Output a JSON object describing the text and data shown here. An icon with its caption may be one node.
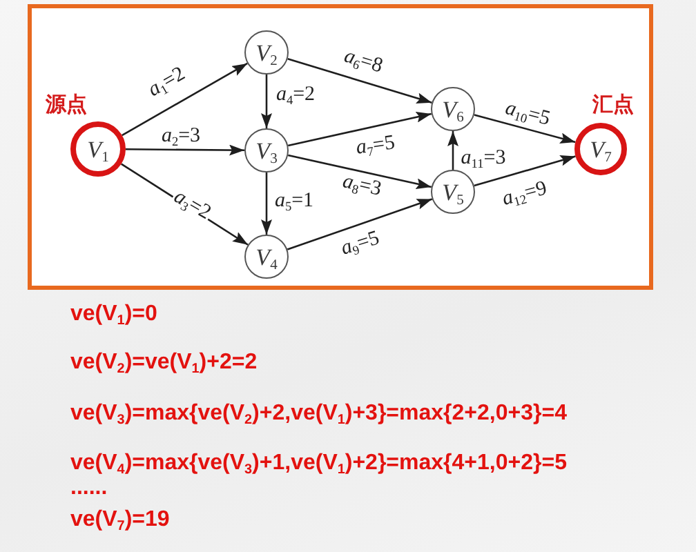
{
  "diagram": {
    "nodes": [
      {
        "text": [],
        "shape": "box"
      },
      {
        "text": [
          "*V*$_{1}$"
        ],
        "in": 0,
        "beside": [
          "源点"
        ]
      },
      {
        "text": [
          "*V*$_{2}$"
        ],
        "in": 0
      },
      {
        "text": [
          "*V*$_{3}$"
        ],
        "in": 0
      },
      {
        "text": [
          "*V*$_{4}$"
        ],
        "in": 0
      },
      {
        "text": [
          "*V*$_{5}$"
        ],
        "in": 0
      },
      {
        "text": [
          "*V*$_{6}$"
        ],
        "in": 0
      },
      {
        "text": [
          "*V*$_{7}$"
        ],
        "in": 0,
        "beside": [
          "汇点"
        ]
      }
    ],
    "edges": [
      {
        "from": 1,
        "to": 2,
        "arrow": "to",
        "label": "*a*$_{1}$=2"
      },
      {
        "from": 1,
        "to": 3,
        "arrow": "to",
        "label": "*a*$_{2}$=3"
      },
      {
        "from": 1,
        "to": 4,
        "arrow": "to",
        "label": "*a*$_{3}$=2"
      },
      {
        "from": 2,
        "to": 3,
        "arrow": "to",
        "label": "*a*$_{4}$=2"
      },
      {
        "from": 3,
        "to": 4,
        "arrow": "to",
        "label": "*a*$_{5}$=1"
      },
      {
        "from": 2,
        "to": 6,
        "arrow": "to",
        "label": "*a*$_{6}$=8"
      },
      {
        "from": 3,
        "to": 6,
        "arrow": "to",
        "label": "*a*$_{7}$=5"
      },
      {
        "from": 3,
        "to": 5,
        "arrow": "to",
        "label": "*a*$_{8}$=3"
      },
      {
        "from": 4,
        "to": 5,
        "arrow": "to",
        "label": "*a*$_{9}$=5"
      },
      {
        "from": 6,
        "to": 7,
        "arrow": "to",
        "label": "*a*$_{10}$=5"
      },
      {
        "from": 5,
        "to": 6,
        "arrow": "to",
        "label": "*a*$_{11}$=3"
      },
      {
        "from": 5,
        "to": 7,
        "arrow": "to",
        "label": "*a*$_{12}$=9"
      }
    ],
    "labels": [
      "ve(V$_{1}$)=0",
      "ve(V$_{2}$)=ve(V$_{1}$)+2=2",
      "ve(V$_{3}$)=max{ve(V$_{2}$)+2,ve(V$_{1}$)+3}=max{2+2,0+3}=4",
      "ve(V$_{4}$)=max{ve(V$_{3}$)+1,ve(V$_{1}$)+2}=max{4+1,0+2}=5",
      "......",
      "ve(V$_{7}$)=19"
    ]
  }
}
